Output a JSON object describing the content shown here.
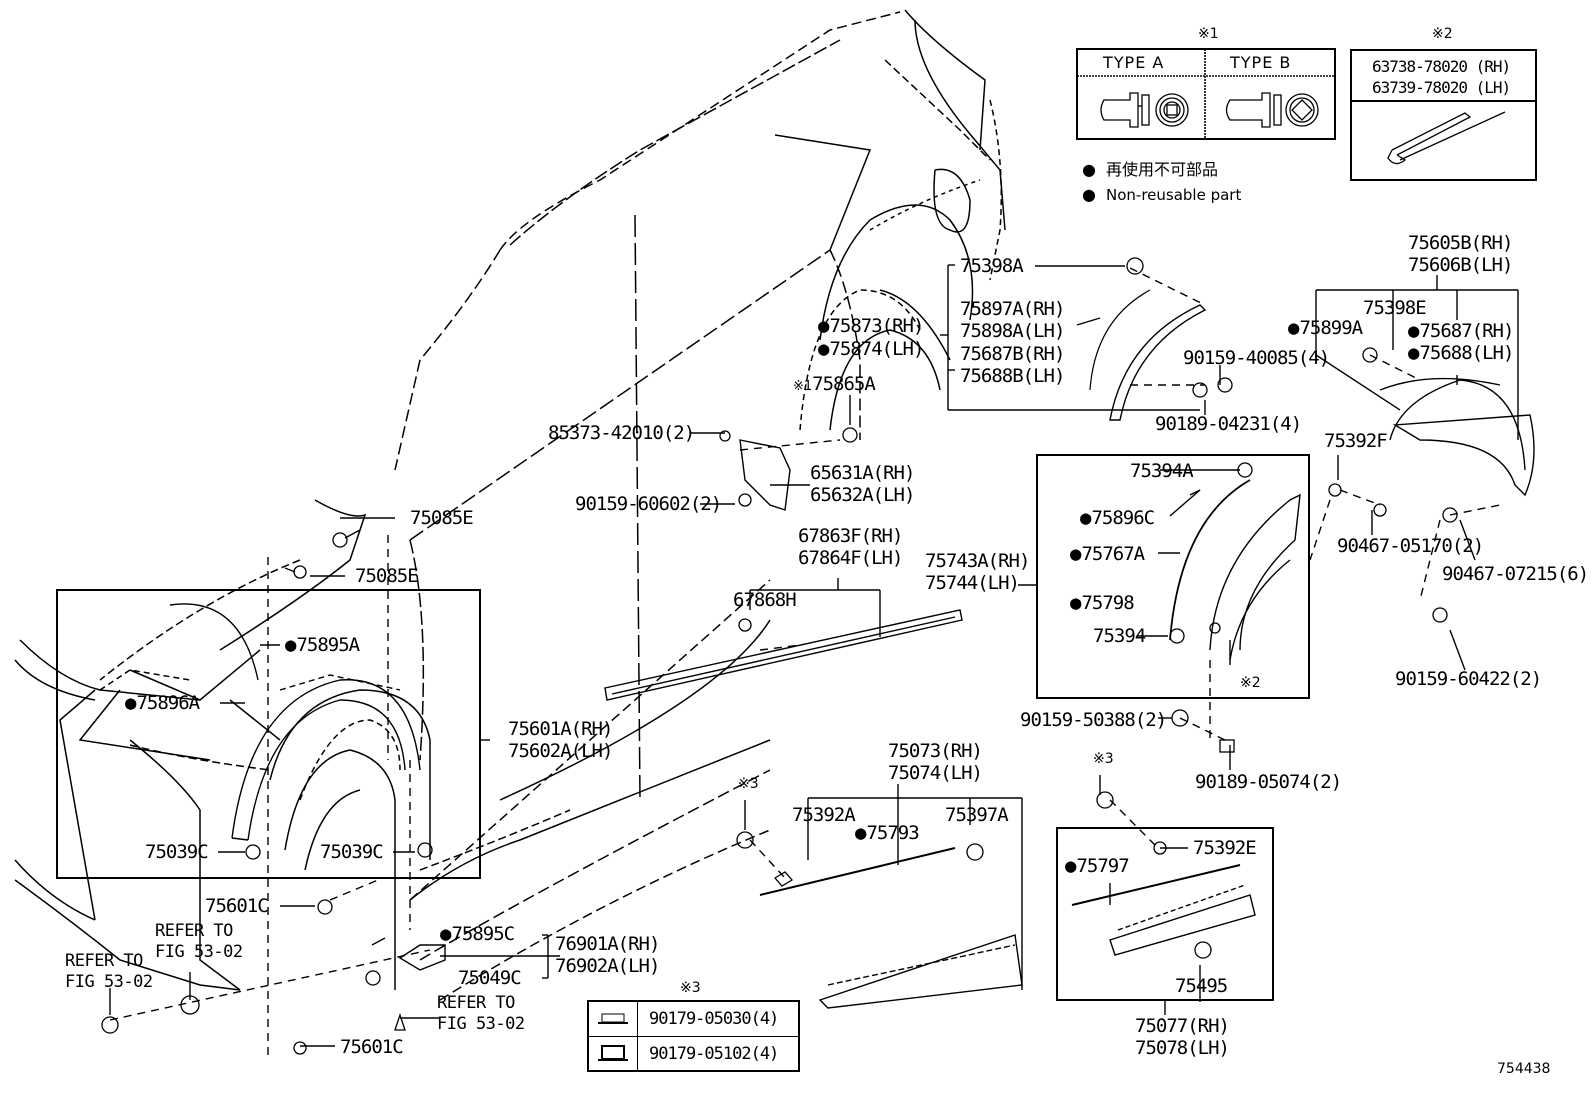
{
  "figure_id": "754438",
  "legend": {
    "type_table": {
      "note_mark": "※1",
      "type_a": "TYPE A",
      "type_b": "TYPE B"
    },
    "non_reusable": {
      "ja": "再使用不可部品",
      "en": "Non-reusable part"
    },
    "note2": {
      "note_mark": "※2",
      "line1": "63738-78020 (RH)",
      "line2": "63739-78020 (LH)"
    },
    "note3": {
      "note_mark": "※3",
      "rows": [
        {
          "part": "90179-05030(4)"
        },
        {
          "part": "90179-05102(4)"
        }
      ]
    }
  },
  "labels": {
    "p75398A": "75398A",
    "p75897A": "75897A(RH)",
    "p75898A": "75898A(LH)",
    "p75687B": "75687B(RH)",
    "p75688B": "75688B(LH)",
    "p75873": "75873(RH)",
    "p75874": "75874(LH)",
    "p75865A_mark": "※1",
    "p75865A": "75865A",
    "p85373": "85373-42010(2)",
    "p65631A": "65631A(RH)",
    "p65632A": "65632A(LH)",
    "p90159_60602": "90159-60602(2)",
    "p90159_40085": "90159-40085(4)",
    "p90189_04231": "90189-04231(4)",
    "p75605B": "75605B(RH)",
    "p75606B": "75606B(LH)",
    "p75398E": "75398E",
    "p75899A": "75899A",
    "p75687": "75687(RH)",
    "p75688": "75688(LH)",
    "p75392F": "75392F",
    "p90467_05170": "90467-05170(2)",
    "p90467_07215": "90467-07215(6)",
    "p90159_60422": "90159-60422(2)",
    "p75394A": "75394A",
    "p75896C": "75896C",
    "p75767A": "75767A",
    "p75798": "75798",
    "p75394": "75394",
    "note2_mark_inner": "※2",
    "p75743A": "75743A(RH)",
    "p75744": "75744(LH)",
    "p67863F": "67863F(RH)",
    "p67864F": "67864F(LH)",
    "p67868H": "67868H",
    "p90159_50388": "90159-50388(2)",
    "p90189_05074": "90189-05074(2)",
    "p75085E_1": "75085E",
    "p75085E_2": "75085E",
    "p75895A": "75895A",
    "p75896A": "75896A",
    "p75601A": "75601A(RH)",
    "p75602A": "75602A(LH)",
    "p75039C_1": "75039C",
    "p75039C_2": "75039C",
    "p75601C_1": "75601C",
    "p75601C_2": "75601C",
    "p75895C": "75895C",
    "p76901A": "76901A(RH)",
    "p76902A": "76902A(LH)",
    "p75049C": "75049C",
    "p75073": "75073(RH)",
    "p75074": "75074(LH)",
    "p75392A": "75392A",
    "p75793": "75793",
    "p75397A": "75397A",
    "note3_mark_a": "※3",
    "note3_mark_b": "※3",
    "p75797": "75797",
    "p75392E": "75392E",
    "p75495": "75495",
    "p75077": "75077(RH)",
    "p75078": "75078(LH)"
  },
  "refer": {
    "line1": "REFER TO",
    "line2": "FIG 53-02"
  }
}
